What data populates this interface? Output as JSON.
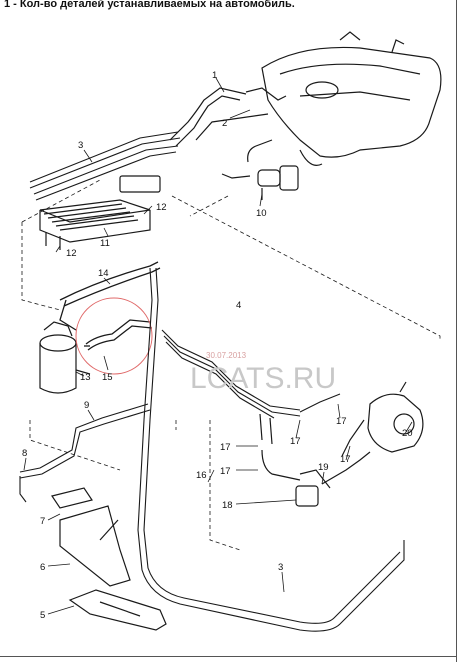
{
  "header": {
    "text": "1 - Кол-во деталей устанавливаемых на автомобиль."
  },
  "watermark": {
    "site": "LCATS.RU",
    "date": "30.07.2013"
  },
  "callouts": [
    "1",
    "2",
    "3",
    "4",
    "5",
    "6",
    "7",
    "8",
    "9",
    "10",
    "11",
    "12",
    "12",
    "13",
    "14",
    "15",
    "16",
    "17",
    "17",
    "17",
    "17",
    "17",
    "18",
    "19",
    "20",
    "3"
  ],
  "colors": {
    "line": "#1a1a1a",
    "highlight_circle": "#e06a6a",
    "watermark": "#c8c8c8"
  }
}
